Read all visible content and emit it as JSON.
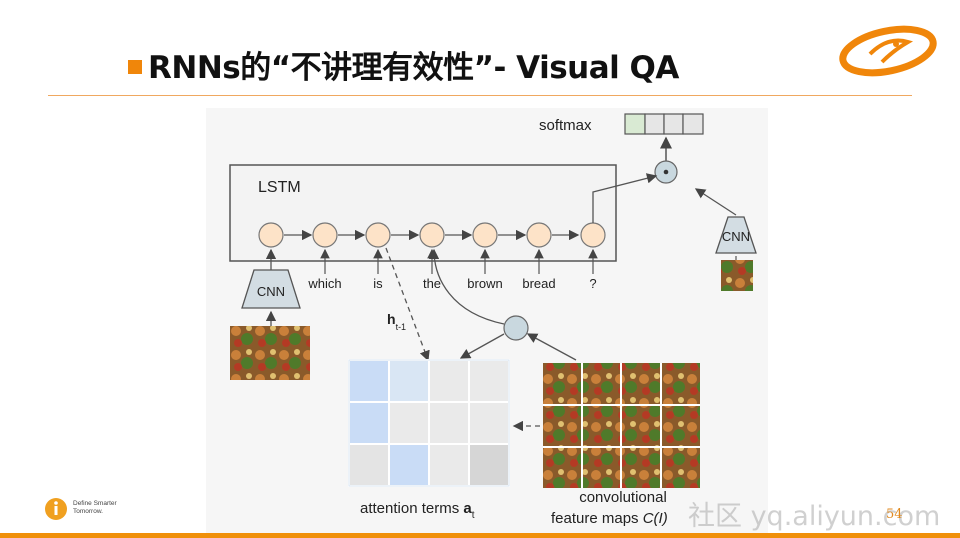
{
  "slide": {
    "title": "RNNs的“不讲理有效性”- Visual QA",
    "page_number": "54",
    "watermark": "社区 yq.aliyun.com",
    "tagline_line1": "Define Smarter",
    "tagline_line2": "Tomorrow."
  },
  "diagram": {
    "softmax_label": "softmax",
    "lstm_label": "LSTM",
    "cnn_left_label": "CNN",
    "cnn_right_label": "CNN",
    "words": [
      "which",
      "is",
      "the",
      "brown",
      "bread",
      "?"
    ],
    "hidden_state_label": "h",
    "hidden_state_sub": "t-1",
    "attention_label": "attention terms ",
    "attention_symbol": "a",
    "attention_sub": "t",
    "feature_label_line1": "convolutional",
    "feature_label_line2": "feature maps ",
    "feature_symbol": "C(I)"
  },
  "colors": {
    "accent": "#f0860a",
    "node_fill": "#fde3c8",
    "cnn_fill": "#d3dde3",
    "combine_fill": "#c9d8df",
    "attention_blue": "#c9dcf6",
    "softmax_first_cell": "#d9ead3"
  }
}
